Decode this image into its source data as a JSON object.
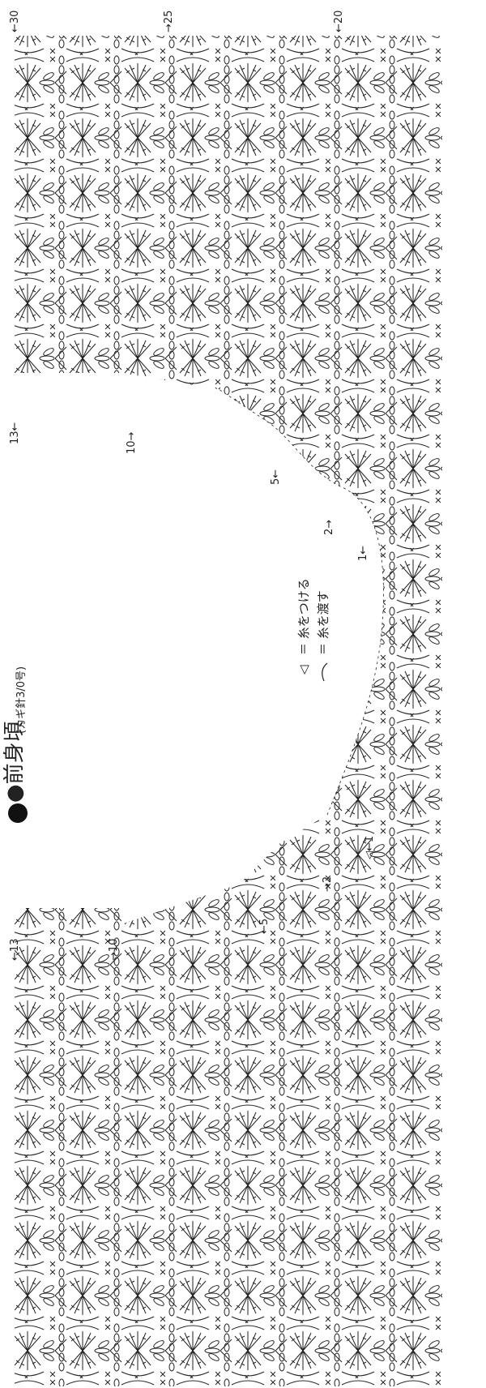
{
  "title": "●前身頃",
  "subtitle": "(カギ針3/0号)",
  "legend": {
    "attach_symbol": "◁",
    "attach_text": "＝ 糸をつける",
    "carry_text": "＝ 糸を渡す"
  },
  "row_labels": {
    "left_block": [
      "←13",
      "→10",
      "←5",
      "→2",
      "◁←1"
    ],
    "right_block": [
      "←30",
      "→25",
      "←20",
      "13←",
      "10→",
      "5←",
      "2→",
      "1←"
    ]
  },
  "symbols": {
    "chain": "oval",
    "single_crochet": "×",
    "slip_stitch": "●",
    "double_crochet": "T-bar"
  },
  "colors": {
    "ink": "#222222",
    "background": "#ffffff"
  }
}
